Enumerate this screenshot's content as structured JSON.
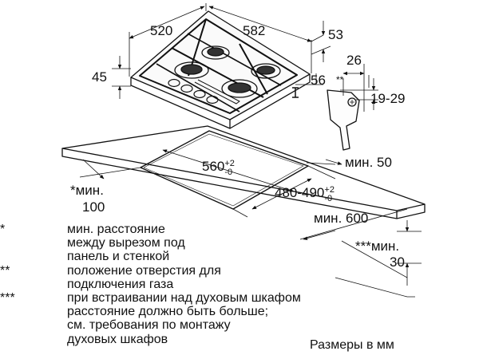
{
  "dimensions": {
    "width_hob": "520",
    "depth_hob": "582",
    "height_hob": "45",
    "dim_53": "53",
    "dim_26": "26",
    "dim_56": "56",
    "gas_range": "19-29",
    "gas_mark": "**",
    "cutout_width_base": "560",
    "cutout_width_plus": "+2",
    "cutout_width_minus": "-0",
    "cutout_depth_base": "480-490",
    "cutout_depth_plus": "+2",
    "cutout_depth_minus": "-0",
    "min_50": "мин. 50",
    "min_100_label": "*мин.",
    "min_100_value": "100",
    "min_600": "мин. 600",
    "min_30_label": "***мин.",
    "min_30_value": "30"
  },
  "notes": [
    {
      "mark": "*",
      "lines": [
        "мин. расстояние",
        "между вырезом под",
        "панель и стенкой"
      ]
    },
    {
      "mark": "**",
      "lines": [
        "положение отверстия для",
        "подключения газа"
      ]
    },
    {
      "mark": "***",
      "lines": [
        "при встраивании над духовым шкафом",
        "расстояние должно быть больше;",
        "см. требования по монтажу",
        "духовых шкафов"
      ]
    }
  ],
  "units_label": "Размеры в мм"
}
